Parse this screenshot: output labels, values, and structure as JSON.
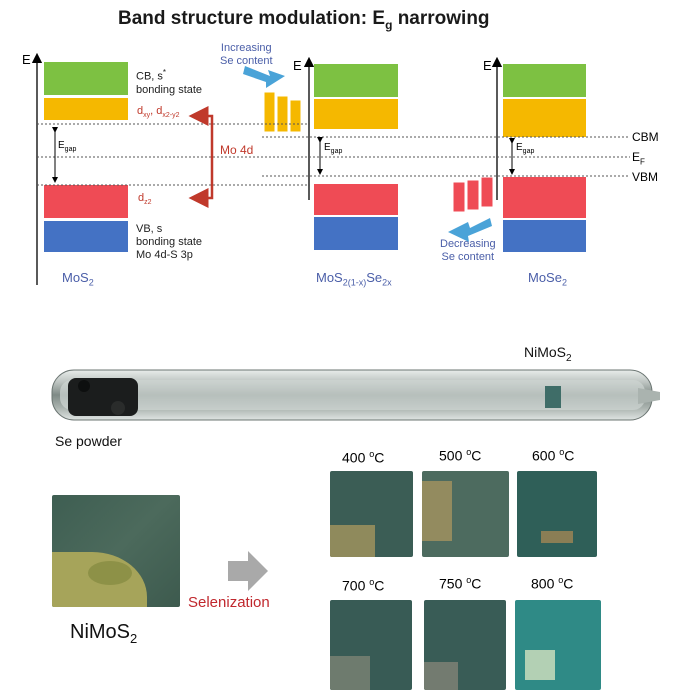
{
  "title": {
    "main": "Band structure modulation: E",
    "sub": "g",
    "tail": " narrowing"
  },
  "axis_label": "E",
  "colors": {
    "cb": "#7dc142",
    "d": "#f5b800",
    "dz2": "#ef4b55",
    "vb": "#4472c4",
    "arrow_red": "#c0392b",
    "arrow_blue": "#4aa3d8",
    "text_blue": "#4a5ea8"
  },
  "mos2": {
    "label": "MoS",
    "label_sub": "2",
    "cb_line1": "CB, s",
    "cb_sup": "*",
    "cb_line2": "bonding state",
    "dxy": "d",
    "dxy_sub": "xy",
    "dxy_sep": ", d",
    "dx2y2_sub": "x2-y2",
    "dz2": "d",
    "dz2_sub": "z2",
    "vb_line1": "VB, s",
    "vb_line2": "bonding state",
    "vb_line3": "Mo 4d-S 3p",
    "mo4d": "Mo 4d",
    "egap": "E",
    "egap_sub": "gap"
  },
  "alloy": {
    "label_a": "MoS",
    "label_a_sub": "2(1-x)",
    "label_b": "Se",
    "label_b_sub": "2x",
    "egap": "E",
    "egap_sub": "gap",
    "increasing_1": "Increasing",
    "increasing_2": "Se content"
  },
  "mose2": {
    "label": "MoSe",
    "label_sub": "2",
    "egap": "E",
    "egap_sub": "gap",
    "decreasing_1": "Decreasing",
    "decreasing_2": "Se content"
  },
  "levels": {
    "cbm": "CBM",
    "ef": "E",
    "ef_sub": "F",
    "vbm": "VBM"
  },
  "tube": {
    "se_powder": "Se powder",
    "nimos2_label": "NiMoS",
    "nimos2_sub": "2"
  },
  "process": {
    "selenization": "Selenization",
    "sample": "NiMoS",
    "sample_sub": "2"
  },
  "temperatures": [
    {
      "value": "400 ",
      "unit_sup": "o",
      "unit": "C"
    },
    {
      "value": "500 ",
      "unit_sup": "o",
      "unit": "C"
    },
    {
      "value": "600 ",
      "unit_sup": "o",
      "unit": "C"
    },
    {
      "value": "700 ",
      "unit_sup": "o",
      "unit": "C"
    },
    {
      "value": "750 ",
      "unit_sup": "o",
      "unit": "C"
    },
    {
      "value": "800 ",
      "unit_sup": "o",
      "unit": "C"
    }
  ]
}
